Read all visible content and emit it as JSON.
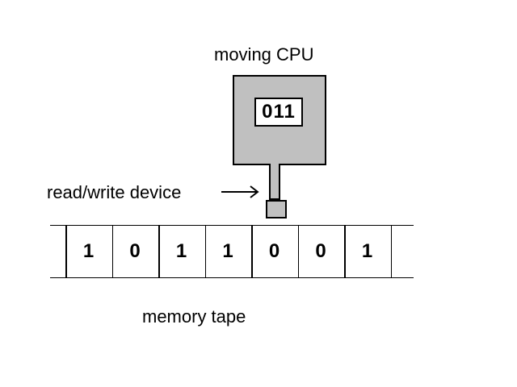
{
  "labels": {
    "cpu": "moving CPU",
    "read_write": "read/write device",
    "tape": "memory tape"
  },
  "cpu": {
    "register_value": "011",
    "color": "#c0c0c0"
  },
  "tape": {
    "cells": [
      "1",
      "0",
      "1",
      "1",
      "0",
      "0",
      "1"
    ]
  }
}
